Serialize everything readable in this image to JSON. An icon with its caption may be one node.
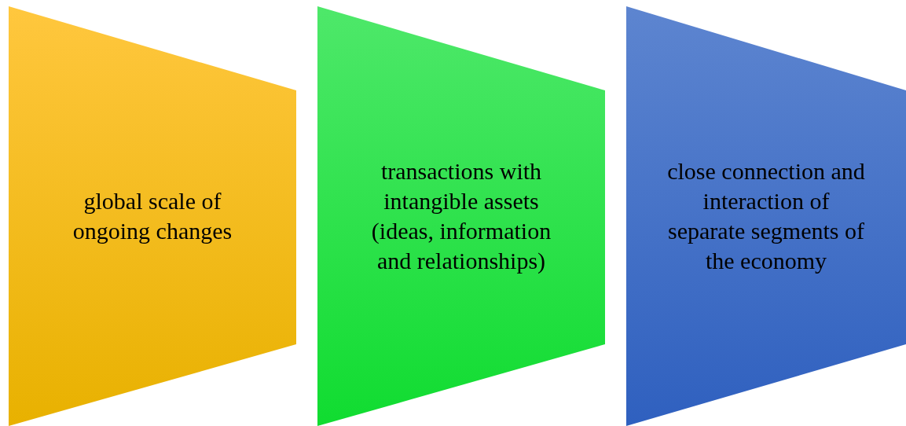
{
  "diagram": {
    "nodes": [
      {
        "text": [
          "global scale of ongoing changes"
        ]
      },
      {
        "text": [
          "transactions with intangible assets (ideas, information and relationships)"
        ]
      },
      {
        "text": [
          "close connection and interaction of separate segments of the economy"
        ]
      }
    ]
  }
}
